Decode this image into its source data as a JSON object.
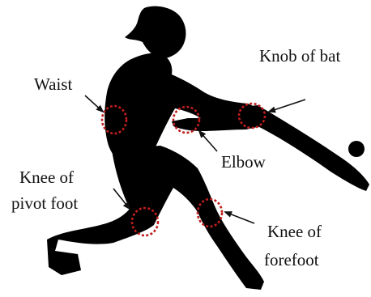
{
  "colors": {
    "silhouette": "#000000",
    "marker": "#c01d1d",
    "text": "#111111",
    "background": "#ffffff"
  },
  "labels": {
    "waist": "Waist",
    "elbow": "Elbow",
    "knob_of_bat": "Knob of bat",
    "knee_pivot_line1": "Knee of",
    "knee_pivot_line2": "pivot foot",
    "knee_fore_line1": "Knee of",
    "knee_fore_line2": "forefoot"
  }
}
